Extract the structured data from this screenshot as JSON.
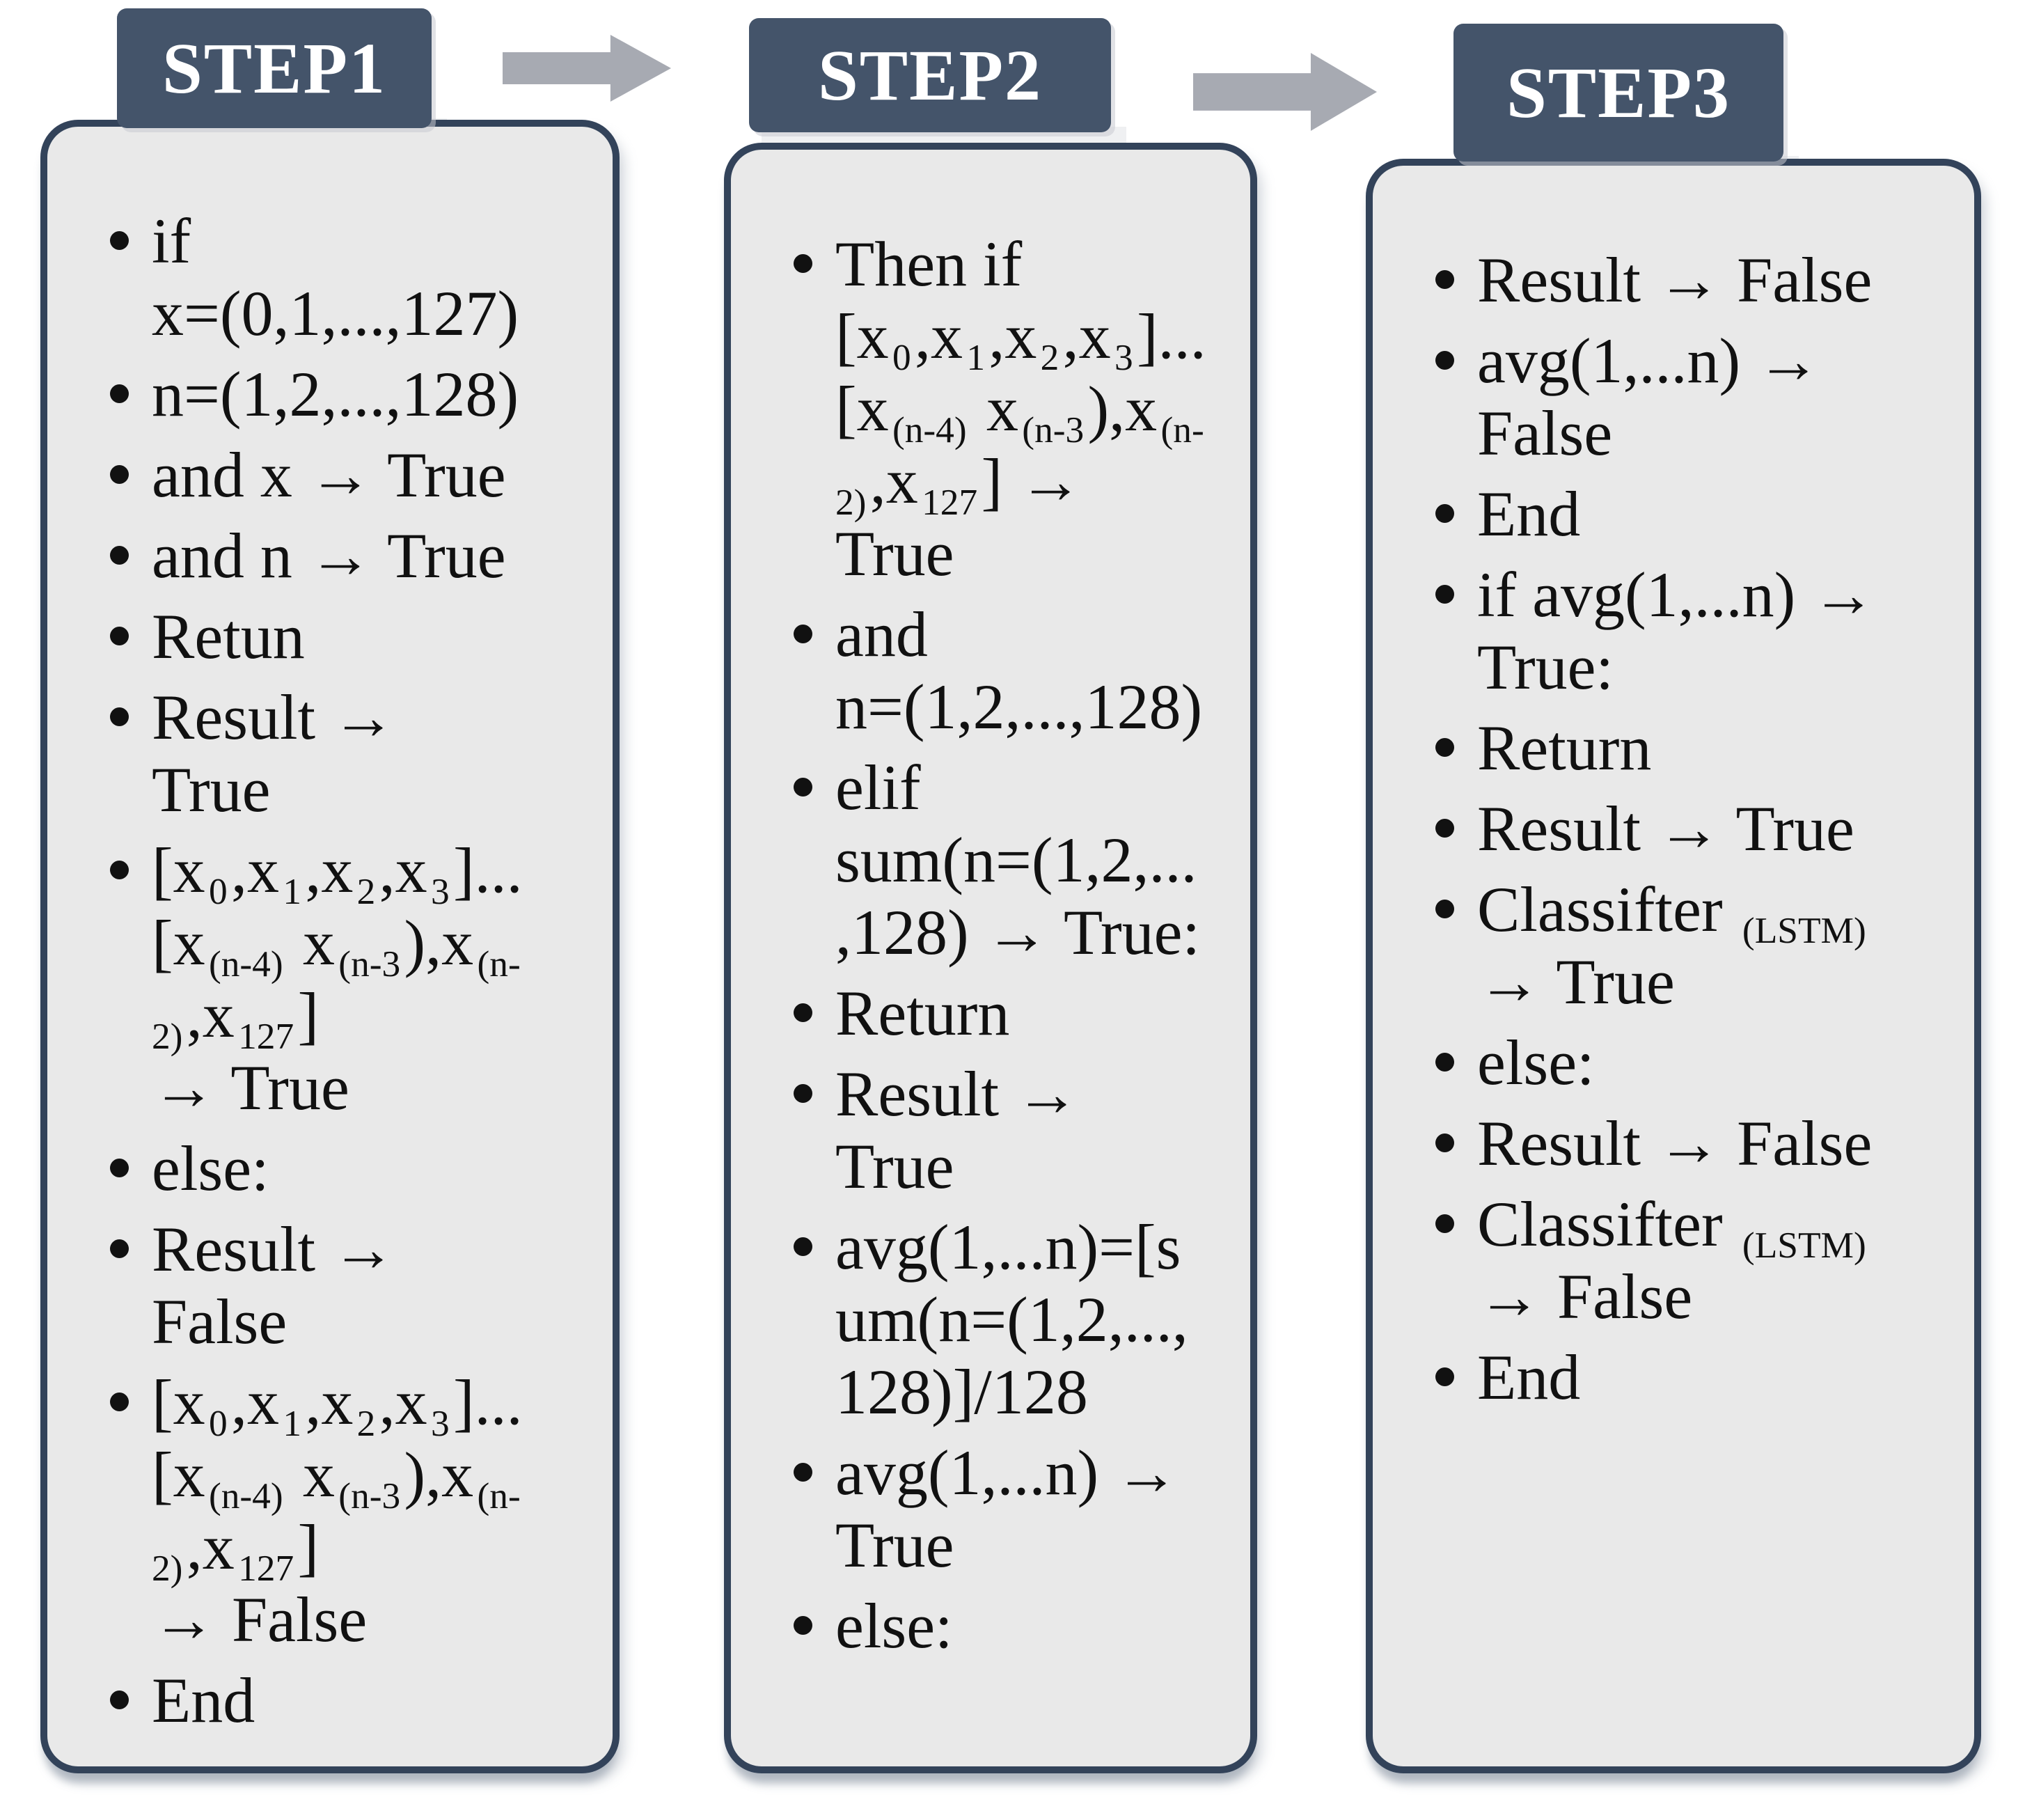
{
  "diagram": {
    "type": "three-step-flow",
    "steps": [
      {
        "title": "STEP1",
        "items": [
          "if\nx=(0,1,...,127)",
          "n=(1,2,...,128)",
          "and x → True",
          "and n → True",
          "Retun",
          "Result →\nTrue",
          "[x~0~,x~1~,x~2~,x~3~]...[x~(n-4)~ x~(n-3~),x~(n-2)~,x~127~]\n→ True",
          "else:",
          "Result →\nFalse",
          "[x~0~,x~1~,x~2~,x~3~]...[x~(n-4)~ x~(n-3~),x~(n-2)~,x~127~]\n→ False",
          "End"
        ]
      },
      {
        "title": "STEP2",
        "items": [
          "Then if [x~0~,x~1~,x~2~,x~3~]...[x~(n-4)~ x~(n-3~),x~(n-2)~,x~127~] →\nTrue",
          "and\nn=(1,2,...,128)",
          "elif\nsum(n=(1,2,...\n,128) → True:",
          "Return",
          "Result →\nTrue",
          "avg(1,...n)=[s\num(n=(1,2,...,\n128)]/128",
          "avg(1,...n) →\nTrue",
          "else:"
        ]
      },
      {
        "title": "STEP3",
        "items": [
          "Result → False",
          "avg(1,...n) →\nFalse",
          "End",
          "if avg(1,...n) →\nTrue:",
          "Return",
          "Result → True",
          "Classifter ~(LSTM)~\n→ True",
          "else:",
          "Result → False",
          "Classifter ~(LSTM)~\n→ False",
          "End"
        ]
      }
    ],
    "arrows": [
      {
        "icon": "right-block-arrow"
      },
      {
        "icon": "right-block-arrow"
      }
    ],
    "colors": {
      "tab_fill": "#44546A",
      "tab_text": "#FFFFFF",
      "panel_fill": "#E9E9E9",
      "panel_border": "#33435A",
      "arrow_fill": "#A7AAB2",
      "body_text": "#111111"
    }
  }
}
